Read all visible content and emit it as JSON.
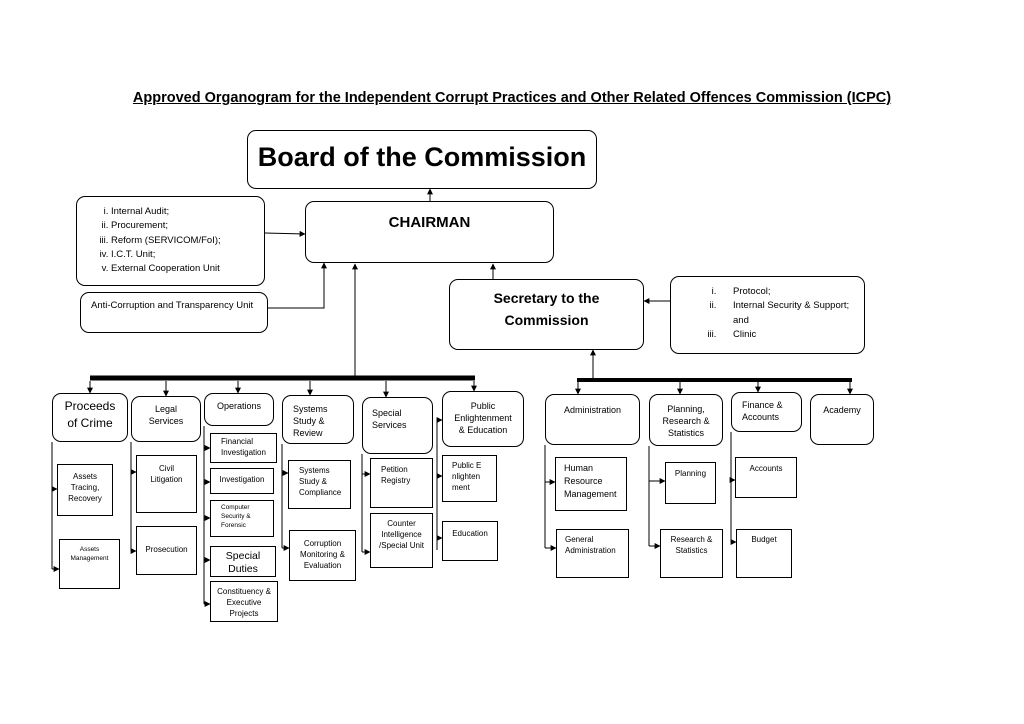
{
  "title": "Approved Organogram for the Independent Corrupt Practices and Other Related Offences Commission (ICPC)",
  "board": "Board of the Commission",
  "chairman": "CHAIRMAN",
  "chairman_units": [
    "Internal Audit;",
    "Procurement;",
    "Reform (SERVICOM/FoI);",
    "I.C.T. Unit;",
    "External Cooperation Unit"
  ],
  "anti_corruption_unit": "Anti-Corruption and Transparency Unit",
  "secretary": "Secretary to the Commission",
  "secretary_units": [
    "Protocol;",
    "Internal Security & Support; and",
    "Clinic"
  ],
  "departments": {
    "proceeds": {
      "label": "Proceeds of Crime",
      "units": [
        "Assets Tracing, Recovery",
        "Assets Management"
      ]
    },
    "legal": {
      "label": "Legal Services",
      "units": [
        "Civil Litigation",
        "Prosecution"
      ]
    },
    "operations": {
      "label": "Operations",
      "units": [
        "Financial Investigation",
        "Investigation",
        "Computer Security & Forensic",
        "Special Duties",
        "Constituency & Executive Projects"
      ]
    },
    "systems": {
      "label": "Systems Study & Review",
      "units": [
        "Systems Study & Compliance",
        "Corruption Monitoring & Evaluation"
      ]
    },
    "special": {
      "label": "Special Services",
      "units": [
        "Petition Registry",
        "Counter Intelligence /Special Unit"
      ]
    },
    "public": {
      "label": "Public Enlightenment & Education",
      "units": [
        "Public Enlightenment",
        "Education"
      ]
    },
    "admin": {
      "label": "Administration",
      "units": [
        "Human Resource Management",
        "General Administration"
      ]
    },
    "planning": {
      "label": "Planning, Research & Statistics",
      "units": [
        "Planning",
        "Research & Statistics"
      ]
    },
    "finance": {
      "label": "Finance & Accounts",
      "units": [
        "Accounts",
        "Budget"
      ]
    },
    "academy": {
      "label": "Academy"
    }
  }
}
